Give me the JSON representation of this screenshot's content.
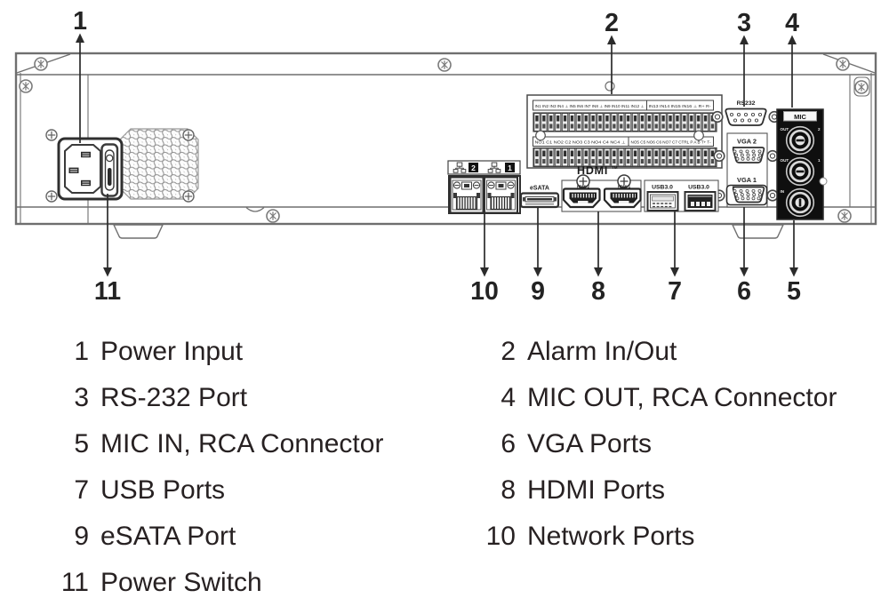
{
  "colors": {
    "line_art": "#3a3a3a",
    "chassis_line": "#6f6f6f",
    "text": "#272122",
    "panel_black": "#0f0f0f"
  },
  "callouts": {
    "c1": "1",
    "c2": "2",
    "c3": "3",
    "c4": "4",
    "c5": "5",
    "c6": "6",
    "c7": "7",
    "c8": "8",
    "c9": "9",
    "c10": "10",
    "c11": "11"
  },
  "panel": {
    "alarm_in_row_left": "IN1 IN2 IN3 IN4 ⊥ IN5 IN6 IN7 IN8 ⊥ IN9 IN10 IN11 IN12 ⊥",
    "alarm_in_row_right": "IN13 IN14 IN15 IN16 ⊥ R+ R-",
    "alarm_out_row_left": "NO1 C1 NO2 C2 NO3 C3 NO4 C4 NC4 ⊥",
    "alarm_out_row_right": "NO5 C5 NO6 C6 NO7 C7 CTRL P A B T+ T-",
    "rs232_label": "RS232",
    "vga2_label": "VGA 2",
    "vga1_label": "VGA 1",
    "mic_panel_label": "MIC",
    "mic_out_label_top": "OUT",
    "mic_out_num_top": "2",
    "mic_out_label_mid": "OUT",
    "mic_out_num_mid": "1",
    "mic_in_label": "IN",
    "hdmi_logo": "HDMI",
    "hdmi_logo_tm": "TM",
    "hdmi_port2_label": "HDMI 2",
    "hdmi_port1_label": "HDMI 1",
    "usb_label_left": "USB3.0",
    "usb_label_right": "USB3.0",
    "esata_label": "eSATA",
    "net_port2_num": "2",
    "net_port1_num": "1"
  },
  "legend": {
    "left": [
      {
        "num": "1",
        "label": "Power Input"
      },
      {
        "num": "3",
        "label": "RS-232 Port"
      },
      {
        "num": "5",
        "label": "MIC IN, RCA Connector"
      },
      {
        "num": "7",
        "label": "USB Ports"
      },
      {
        "num": "9",
        "label": "eSATA Port"
      },
      {
        "num": "11",
        "label": "Power Switch"
      }
    ],
    "right": [
      {
        "num": "2",
        "label": "Alarm In/Out"
      },
      {
        "num": "4",
        "label": "MIC OUT, RCA Connector"
      },
      {
        "num": "6",
        "label": "VGA Ports"
      },
      {
        "num": "8",
        "label": "HDMI Ports"
      },
      {
        "num": "10",
        "label": "Network Ports"
      }
    ]
  }
}
